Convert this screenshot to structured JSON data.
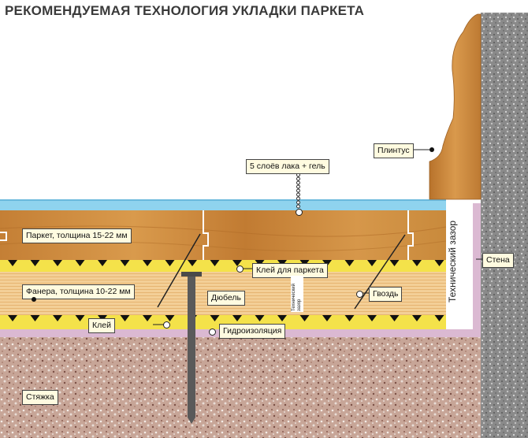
{
  "title": "РЕКОМЕНДУЕМАЯ ТЕХНОЛОГИЯ УКЛАДКИ ПАРКЕТА",
  "labels": {
    "lacquer": "5 слоёв лака + гель",
    "baseboard": "Плинтус",
    "parquet": "Паркет, толщина 15-22 мм",
    "parquet_glue": "Клей для паркета",
    "plywood": "Фанера, толщина 10-22 мм",
    "dowel": "Дюбель",
    "nail": "Гвоздь",
    "glue": "Клей",
    "waterproofing": "Гидроизоляция",
    "screed": "Стяжка",
    "wall": "Стена",
    "tech_gap": "Технический зазор",
    "tech_gap_small": "Технический зазор"
  },
  "colors": {
    "lacquer": "#8fd3ee",
    "parquet": "#c98a3c",
    "glue_yellow": "#f4e24a",
    "plywood": "#f2c98c",
    "waterproofing": "#d9b7cf",
    "screed": "#c9a79a",
    "wall": "#8c8c8c",
    "label_bg": "#fffbe0"
  }
}
